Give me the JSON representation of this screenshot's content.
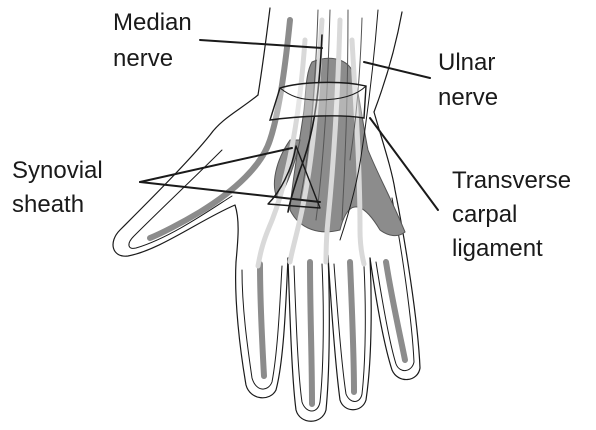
{
  "labels": {
    "median_nerve_line1": "Median",
    "median_nerve_line2": "nerve",
    "ulnar_nerve_line1": "Ulnar",
    "ulnar_nerve_line2": "nerve",
    "synovial_sheath_line1": "Synovial",
    "synovial_sheath_line2": "sheath",
    "transverse_line1": "Transverse",
    "transverse_line2": "carpal",
    "transverse_line3": "ligament"
  },
  "colors": {
    "outline": "#1a1a1a",
    "tendon_dark": "#8c8c8c",
    "tendon_light": "#d9d9d9",
    "background": "#ffffff"
  }
}
